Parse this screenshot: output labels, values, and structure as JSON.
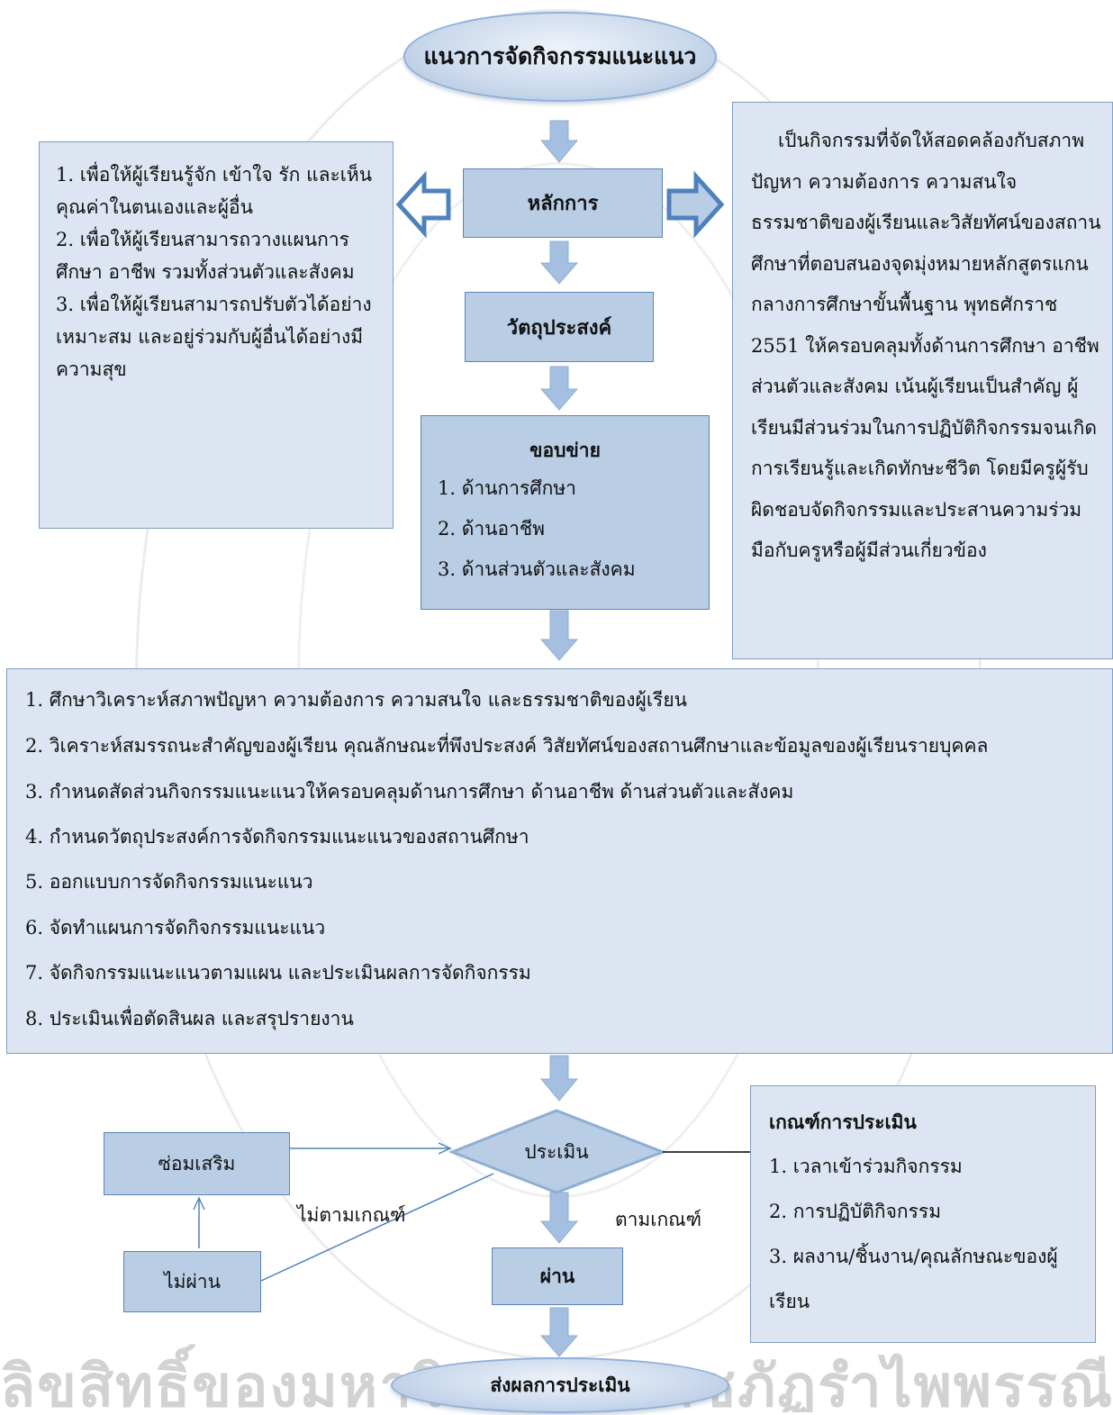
{
  "title": "แนวการจัดกิจกรรมแนะแนว",
  "principle": {
    "label": "หลักการ",
    "description": "เป็นกิจกรรมที่จัดให้สอดคล้องกับสภาพปัญหา ความต้องการ ความสนใจ ธรรมชาติของผู้เรียนและวิสัยทัศน์ของสถานศึกษาที่ตอบสนองจุดมุ่งหมายหลักสูตรแกนกลางการศึกษาขั้นพื้นฐาน พุทธศักราช 2551 ให้ครอบคลุมทั้งด้านการศึกษา อาชีพ ส่วนตัวและสังคม เน้นผู้เรียนเป็นสำคัญ ผู้เรียนมีส่วนร่วมในการปฏิบัติกิจกรรมจนเกิดการเรียนรู้และเกิดทักษะชีวิต โดยมีครูผู้รับผิดชอบจัดกิจกรรมและประสานความร่วมมือกับครูหรือผู้มีส่วนเกี่ยวข้อง"
  },
  "objective": {
    "label": "วัตถุประสงค์",
    "items": [
      "1. เพื่อให้ผู้เรียนรู้จัก เข้าใจ รัก และเห็นคุณค่าในตนเองและผู้อื่น",
      "2. เพื่อให้ผู้เรียนสามารถวางแผนการศึกษา อาชีพ รวมทั้งส่วนตัวและสังคม",
      "3. เพื่อให้ผู้เรียนสามารถปรับตัวได้อย่างเหมาะสม และอยู่ร่วมกับผู้อื่นได้อย่างมีความสุข"
    ]
  },
  "scope": {
    "label": "ขอบข่าย",
    "items": [
      "1.  ด้านการศึกษา",
      "2. ด้านอาชีพ",
      "3.  ด้านส่วนตัวและสังคม"
    ]
  },
  "steps": [
    "1.  ศึกษาวิเคราะห์สภาพปัญหา ความต้องการ ความสนใจ และธรรมชาติของผู้เรียน",
    "2. วิเคราะห์สมรรถนะสำคัญของผู้เรียน คุณลักษณะที่พึงประสงค์ วิสัยทัศน์ของสถานศึกษาและข้อมูลของผู้เรียนรายบุคคล",
    "3.  กำหนดสัดส่วนกิจกรรมแนะแนวให้ครอบคลุมด้านการศึกษา ด้านอาชีพ ด้านส่วนตัวและสังคม",
    "4.  กำหนดวัตถุประสงค์การจัดกิจกรรมแนะแนวของสถานศึกษา",
    "5.  ออกแบบการจัดกิจกรรมแนะแนว",
    "6.  จัดทำแผนการจัดกิจกรรมแนะแนว",
    "7.  จัดกิจกรรมแนะแนวตามแผน และประเมินผลการจัดกิจกรรม",
    "8.  ประเมินเพื่อตัดสินผล และสรุปรายงาน"
  ],
  "evaluate": "ประเมิน",
  "remedial": "ซ่อมเสริม",
  "fail": "ไม่ผ่าน",
  "pass": "ผ่าน",
  "not_meet_criteria": "ไม่ตามเกณฑ์",
  "meet_criteria": "ตามเกณฑ์",
  "criteria": {
    "title": "เกณฑ์การประเมิน",
    "items": [
      "1.  เวลาเข้าร่วมกิจกรรม",
      "2.  การปฏิบัติกิจกรรม",
      "3.  ผลงาน/ชิ้นงาน/คุณลักษณะของผู้เรียน"
    ]
  },
  "report": "ส่งผลการประเมิน",
  "watermark": "ลิขสิทธิ์ของมหาวิทยาลัยราชภัฏรำไพพรรณี",
  "colors": {
    "box_fill": "#dce5f1",
    "box_border": "#7f9fc4",
    "arrow": "#a4bfe0",
    "line": "#4f81bd"
  }
}
